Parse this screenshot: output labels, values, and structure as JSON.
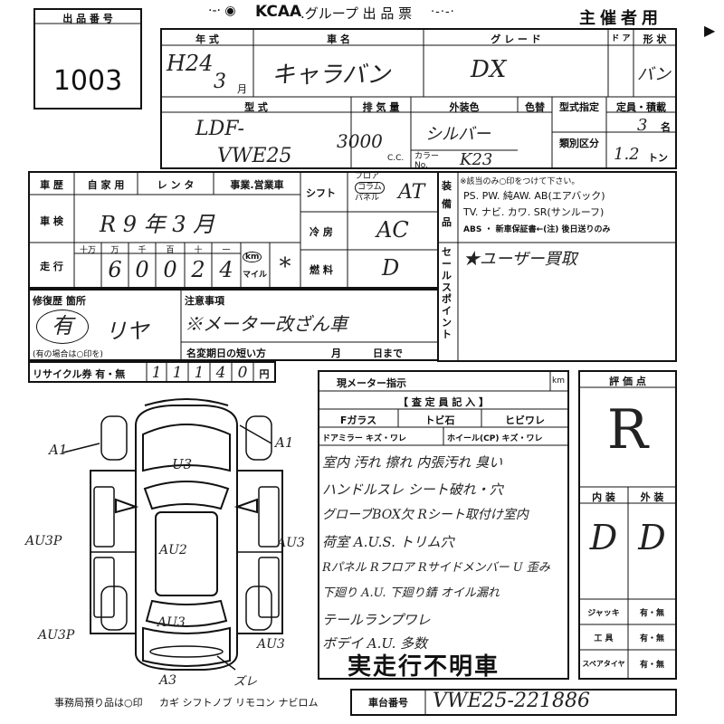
{
  "header": {
    "lot_label": "出 品 番 号",
    "lot_number": "1003",
    "logo": "KCAA",
    "title": ".グループ 出 品 票",
    "copy_label": "主催者用"
  },
  "vehicle": {
    "year_label": "年 式",
    "name_label": "車 名",
    "grade_label": "グ レ ー ド",
    "door_label": "ド ア",
    "shape_label": "形 状",
    "year_value": "H24",
    "month_value": "3",
    "month_unit": "月",
    "name_value": "キャラバン",
    "grade_value": "DX",
    "shape_value": "バン",
    "model_label": "型 式",
    "displacement_label": "排 気 量",
    "color_label": "外装色",
    "color_change_label": "色替",
    "type_spec_label": "型式指定",
    "class_label": "類別区分",
    "capacity_label": "定員・積載",
    "capacity_value": "3",
    "capacity_unit": "名",
    "payload_value": "1.2",
    "payload_unit": "トン",
    "model_value_1": "LDF-",
    "model_value_2": "VWE25",
    "displacement_value": "3000",
    "displacement_unit": "C.C.",
    "color_value": "シルバー",
    "color_no_label": "カラー No.",
    "color_no_value": "K23"
  },
  "history": {
    "history_label": "車 歴",
    "private_label": "自 家 用",
    "rental_label": "レ ン タ",
    "business_label": "事業.営業車",
    "shaken_label": "車 検",
    "shaken_value": "R 9 年 3 月",
    "mileage_label": "走 行",
    "digit_labels": [
      "十万",
      "万",
      "千",
      "百",
      "十",
      "一"
    ],
    "mileage_digits": [
      "",
      "6",
      "0",
      "0",
      "2",
      "4"
    ],
    "km_label": "km",
    "mile_label": "マイル",
    "mile_mark": "*",
    "shift_label": "シフト",
    "shift_options": [
      "フロア",
      "コラム",
      "パネル"
    ],
    "shift_value": "AT",
    "ac_label": "冷 房",
    "ac_value": "AC",
    "fuel_label": "燃 料",
    "fuel_value": "D"
  },
  "equipment": {
    "label": "装備品",
    "note": "※該当のみ○印をつけて下さい。",
    "line1": "PS. PW. 純AW. AB(エアバック)",
    "line2": "TV. ナビ. カワ. SR(サンルーフ)",
    "line3": "ABS ・ 新車保証書←(注) 後日送りのみ",
    "sales_point_label": "セールスポイント",
    "sales_point_value": "★ユーザー買取"
  },
  "repair": {
    "label": "修復歴 箇所",
    "value": "有",
    "location": "リヤ",
    "note": "(有の場合は○印を)",
    "caution_label": "注意事項",
    "caution_value": "※メーター改ざん車",
    "short_label": "名変期日の短い方",
    "month_unit": "月",
    "day_unit": "日まで"
  },
  "recycle": {
    "label": "リサイクル券 有・無",
    "digits": [
      "1",
      "1",
      "1",
      "4",
      "0"
    ],
    "unit": "円"
  },
  "inspection": {
    "meter_label": "現メーター指示",
    "meter_unit": "km",
    "inspector_label": "【 査 定 員 記 入 】",
    "glass_label": "Fガラス",
    "chip_label": "トビ石",
    "crack_label": "ヒビワレ",
    "mirror_label": "ドアミラー キズ・ワレ",
    "wheel_label": "ホイール(CP) キズ・ワレ",
    "notes": [
      "室内 汚れ 擦れ 内張汚れ 臭い",
      "ハンドルスレ シート破れ・穴",
      "グローブBOX欠 Rシート取付け室内",
      "荷室 A.U.S. トリム穴",
      "Rパネル Rフロア Rサイドメンバー U 歪み",
      "下廻り A.U. 下廻り錆 オイル漏れ",
      "テールランプワレ",
      "ボデイ A.U. 多数"
    ],
    "stamp": "実走行不明車"
  },
  "grades": {
    "score_label": "評 価 点",
    "score_value": "R",
    "interior_label": "内 装",
    "exterior_label": "外 装",
    "interior_value": "D",
    "exterior_value": "D",
    "jack_label": "ジャッキ",
    "tools_label": "工 具",
    "spare_label": "スペアタイヤ",
    "yes_no": "有・無"
  },
  "diagram": {
    "marks": [
      "A1",
      "A1",
      "U3",
      "AU3P",
      "AU3",
      "AU2",
      "AU3P",
      "AU3",
      "AU3",
      "A3",
      "ズレ"
    ]
  },
  "footer": {
    "office_note": "事務局預り品は○印",
    "items": "カギ シフトノブ リモコン ナビロム",
    "chassis_label": "車台番号",
    "chassis_value": "VWE25-221886"
  }
}
